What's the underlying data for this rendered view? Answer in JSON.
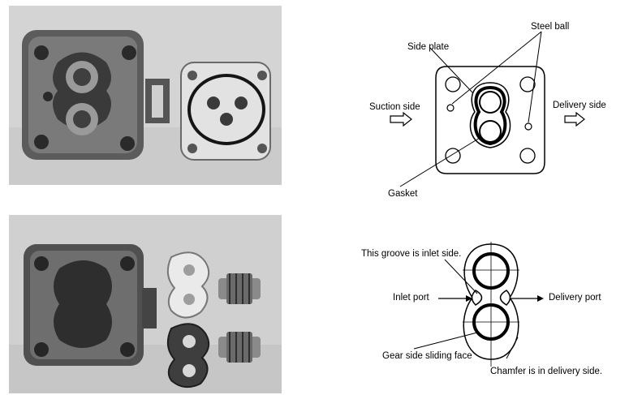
{
  "top_diagram": {
    "side_plate": "Side plate",
    "steel_ball": "Steel ball",
    "suction_side": "Suction side",
    "delivery_side": "Delivery side",
    "gasket": "Gasket"
  },
  "bottom_diagram": {
    "groove_inlet": "This groove is inlet side.",
    "inlet_port": "Inlet port",
    "delivery_port": "Delivery port",
    "gear_side_face": "Gear side sliding face",
    "chamfer": "Chamfer is in delivery side."
  }
}
